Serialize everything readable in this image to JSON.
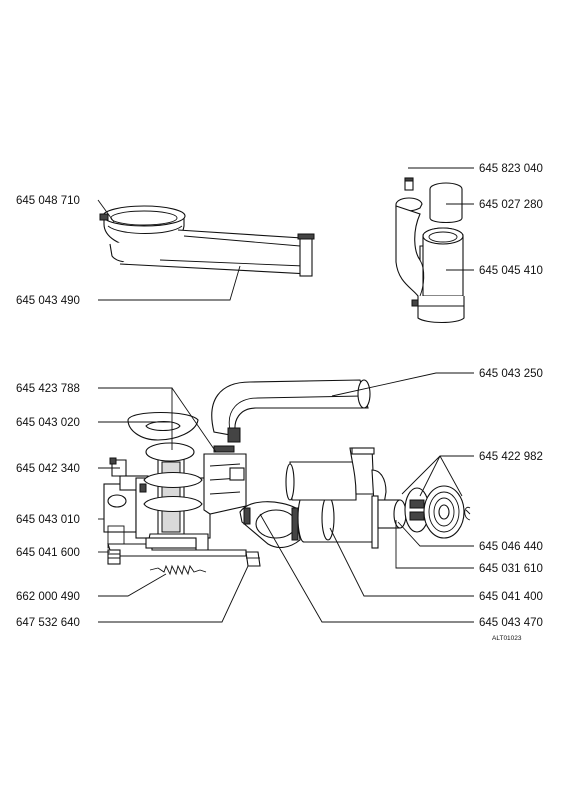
{
  "labels": {
    "l_645048710": "645 048 710",
    "l_645043490": "645 043 490",
    "l_645823040": "645 823 040",
    "l_645027280": "645 027 280",
    "l_645045410": "645 045 410",
    "l_645423788": "645 423 788",
    "l_645043020": "645 043 020",
    "l_645042340": "645 042 340",
    "l_645043010": "645 043 010",
    "l_645041600": "645 041 600",
    "l_662000490": "662 000 490",
    "l_647532640": "647 532 640",
    "l_645043250": "645 043 250",
    "l_645422982": "645 422 982",
    "l_645046440": "645 046 440",
    "l_645031610": "645 031 610",
    "l_645041400": "645 041 400",
    "l_645043470": "645 043 470"
  },
  "reference": "ALT01023",
  "colors": {
    "line": "#111111",
    "background": "#ffffff",
    "shade": "#d9d9d9"
  }
}
